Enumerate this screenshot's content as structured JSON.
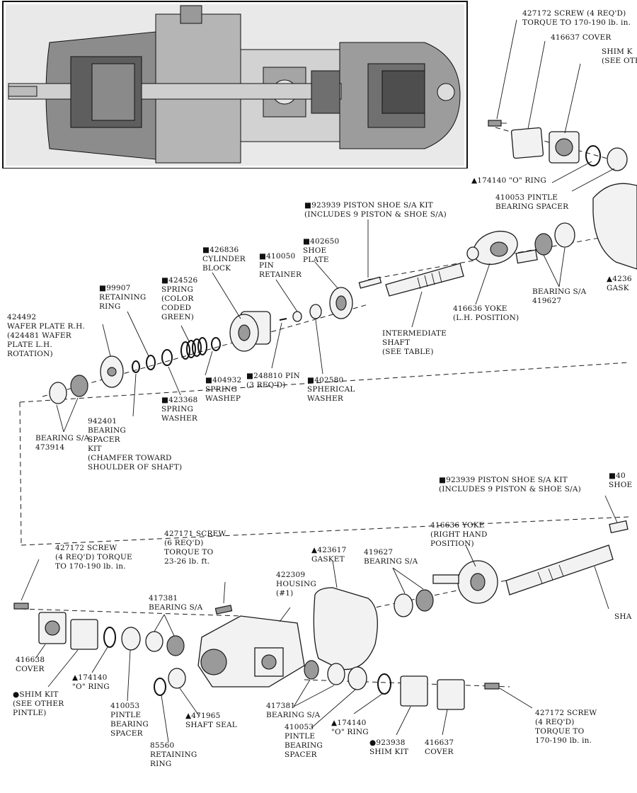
{
  "labels": {
    "t_427172_top": [
      "427172 SCREW (4 REQ'D)",
      "TORQUE TO 170-190 lb. in."
    ],
    "t_416637_top": [
      "416637 COVER"
    ],
    "t_shim_top": [
      "SHIM K",
      "(SEE OTHER P"
    ],
    "t_174140_top": [
      "▲174140 \"O\" RING"
    ],
    "t_410053_top": [
      "410053 PINTLE",
      "BEARING SPACER"
    ],
    "t_923939_top": [
      "■923939 PISTON SHOE S/A KIT",
      "(INCLUDES 9 PISTON & SHOE S/A)"
    ],
    "t_402650": [
      "■402650",
      "SHOE",
      "PLATE"
    ],
    "t_410050": [
      "■410050",
      "PIN",
      "RETAINER"
    ],
    "t_426836": [
      "■426836",
      "CYLINDER",
      "BLOCK"
    ],
    "t_424526": [
      "■424526",
      "SPRING",
      "(COLOR",
      "CODED",
      "GREEN)"
    ],
    "t_99907": [
      "■99907",
      "RETAINING",
      "RING"
    ],
    "t_424492": [
      "424492",
      "WAFER PLATE R.H.",
      "(424481 WAFER",
      "PLATE L.H.",
      "ROTATION)"
    ],
    "t_4236_top": [
      "▲4236",
      "GASK"
    ],
    "t_bearing_419627_top": [
      "BEARING S/A",
      "419627"
    ],
    "t_416636_lh": [
      "416636 YOKE",
      "(L.H. POSITION)"
    ],
    "t_intermediate": [
      "INTERMEDIATE",
      "SHAFT",
      "(SEE TABLE)"
    ],
    "t_404932": [
      "■404932",
      "SPRING",
      "WASHEP"
    ],
    "t_248810": [
      "■248810 PIN",
      "(3 REQ'D)"
    ],
    "t_402580": [
      "■402580",
      "SPHERICAL",
      "WASHER"
    ],
    "t_423368": [
      "■423368",
      "SPRING",
      "WASHER"
    ],
    "t_bearing_473914": [
      "BEARING S/A",
      "473914"
    ],
    "t_942401": [
      "942401",
      "BEARING",
      "SPACER",
      "KIT",
      "(CHAMFER TOWARD",
      "SHOULDER OF SHAFT)"
    ],
    "t_40_shoe": [
      "■40",
      "SHOE"
    ],
    "t_923939_bot": [
      "■923939 PISTON SHOE S/A KIT",
      "(INCLUDES 9 PISTON & SHOE S/A)"
    ],
    "t_416636_rh": [
      "416636 YOKE",
      "(RIGHT HAND",
      "POSITION)"
    ],
    "t_427171": [
      "427171 SCREW",
      "(6 REQ'D)",
      "TORQUE TO",
      "23-26 lb. ft."
    ],
    "t_427172_left": [
      "427172 SCREW",
      "(4 REQ'D) TORQUE",
      "TO 170-190 lb. in."
    ],
    "t_423617": [
      "▲423617",
      "GASKET"
    ],
    "t_419627_bot": [
      "419627",
      "BEARING S/A"
    ],
    "t_422309": [
      "422309",
      "HOUSING",
      "(#1)"
    ],
    "t_417381_left": [
      "417381",
      "BEARING S/A"
    ],
    "t_sha": [
      "SHA"
    ],
    "t_416638": [
      "416638",
      "COVER"
    ],
    "t_shim_left": [
      "●SHIM KIT",
      "(SEE OTHER",
      "PINTLE)"
    ],
    "t_174140_bl": [
      "▲174140",
      "\"O\" RING"
    ],
    "t_410053_bl": [
      "410053",
      "PINTLE",
      "BEARING",
      "SPACER"
    ],
    "t_85560": [
      "85560",
      "RETAINING",
      "RING"
    ],
    "t_471965": [
      "▲471965",
      "SHAFT SEAL"
    ],
    "t_417381_bot": [
      "417381",
      "BEARING S/A"
    ],
    "t_410053_bc": [
      "410053",
      "PINTLE",
      "BEARING",
      "SPACER"
    ],
    "t_174140_bc": [
      "▲174140",
      "\"O\" RING"
    ],
    "t_923938": [
      "●923938",
      "SHIM KIT"
    ],
    "t_416637_bot": [
      "416637",
      "COVER"
    ],
    "t_427172_br": [
      "427172 SCREW",
      "(4 REQ'D)",
      "TORQUE TO",
      "170-190 lb. in."
    ]
  }
}
